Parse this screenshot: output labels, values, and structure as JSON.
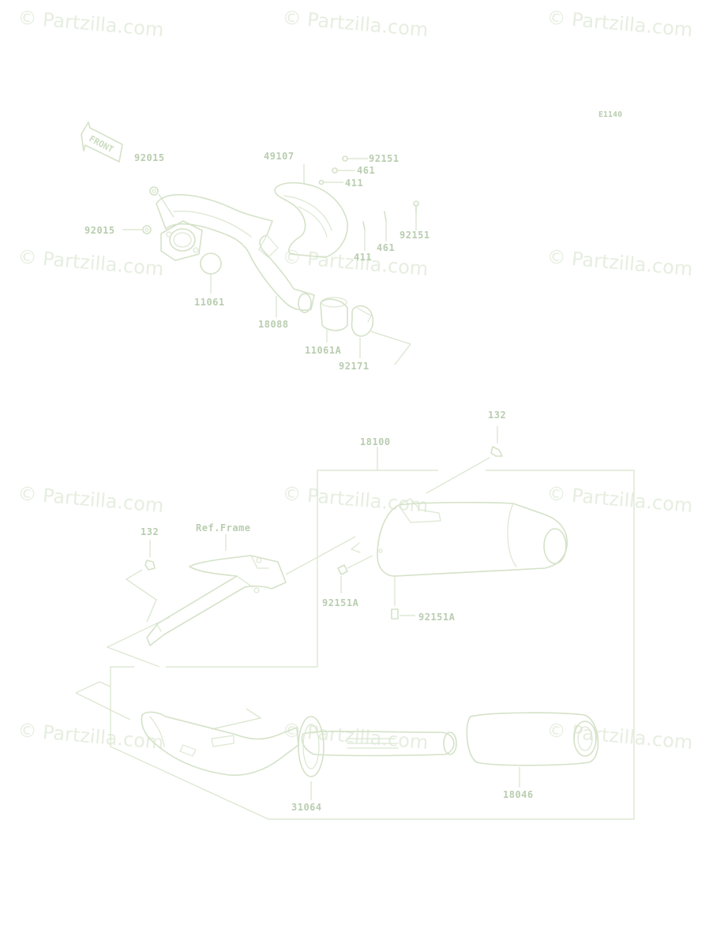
{
  "diagram": {
    "code": "E1140",
    "watermark": "© Partzilla.com",
    "front_label": "FRONT",
    "ref_frame_label": "Ref.Frame",
    "parts": {
      "p92015_a": "92015",
      "p92015_b": "92015",
      "p49107": "49107",
      "p92151_a": "92151",
      "p461_a": "461",
      "p411_a": "411",
      "p92151_b": "92151",
      "p461_b": "461",
      "p411_b": "411",
      "p11061": "11061",
      "p18088": "18088",
      "p11061A": "11061A",
      "p92171": "92171",
      "p132_a": "132",
      "p18100": "18100",
      "p132_b": "132",
      "p92151A_a": "92151A",
      "p92151A_b": "92151A",
      "p31064": "31064",
      "p18046": "18046"
    }
  }
}
